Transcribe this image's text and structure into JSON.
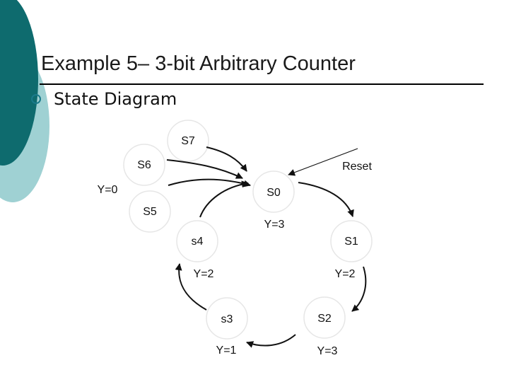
{
  "slide": {
    "title": "Example 5– 3-bit Arbitrary Counter",
    "bullet": "State Diagram"
  },
  "colors": {
    "accent_dark": "#0e6b6e",
    "accent_light": "#9fd1d3",
    "bullet": "#1a7a8a"
  },
  "diagram": {
    "states": {
      "S0": "S0",
      "S1": "S1",
      "S2": "S2",
      "s3": "s3",
      "s4": "s4",
      "S5": "S5",
      "S6": "S6",
      "S7": "S7"
    },
    "outputs": {
      "S0": "Y=3",
      "S1": "Y=2",
      "S2": "Y=3",
      "s3": "Y=1",
      "s4": "Y=2",
      "unused_group": "Y=0"
    },
    "reset_label": "Reset",
    "transitions": [
      {
        "from": "S0",
        "to": "S1"
      },
      {
        "from": "S1",
        "to": "S2"
      },
      {
        "from": "S2",
        "to": "s3"
      },
      {
        "from": "s3",
        "to": "s4"
      },
      {
        "from": "s4",
        "to": "S0"
      },
      {
        "from": "S5",
        "to": "S0"
      },
      {
        "from": "S6",
        "to": "S0"
      },
      {
        "from": "S7",
        "to": "S0"
      },
      {
        "from": "Reset",
        "to": "S0"
      }
    ]
  }
}
